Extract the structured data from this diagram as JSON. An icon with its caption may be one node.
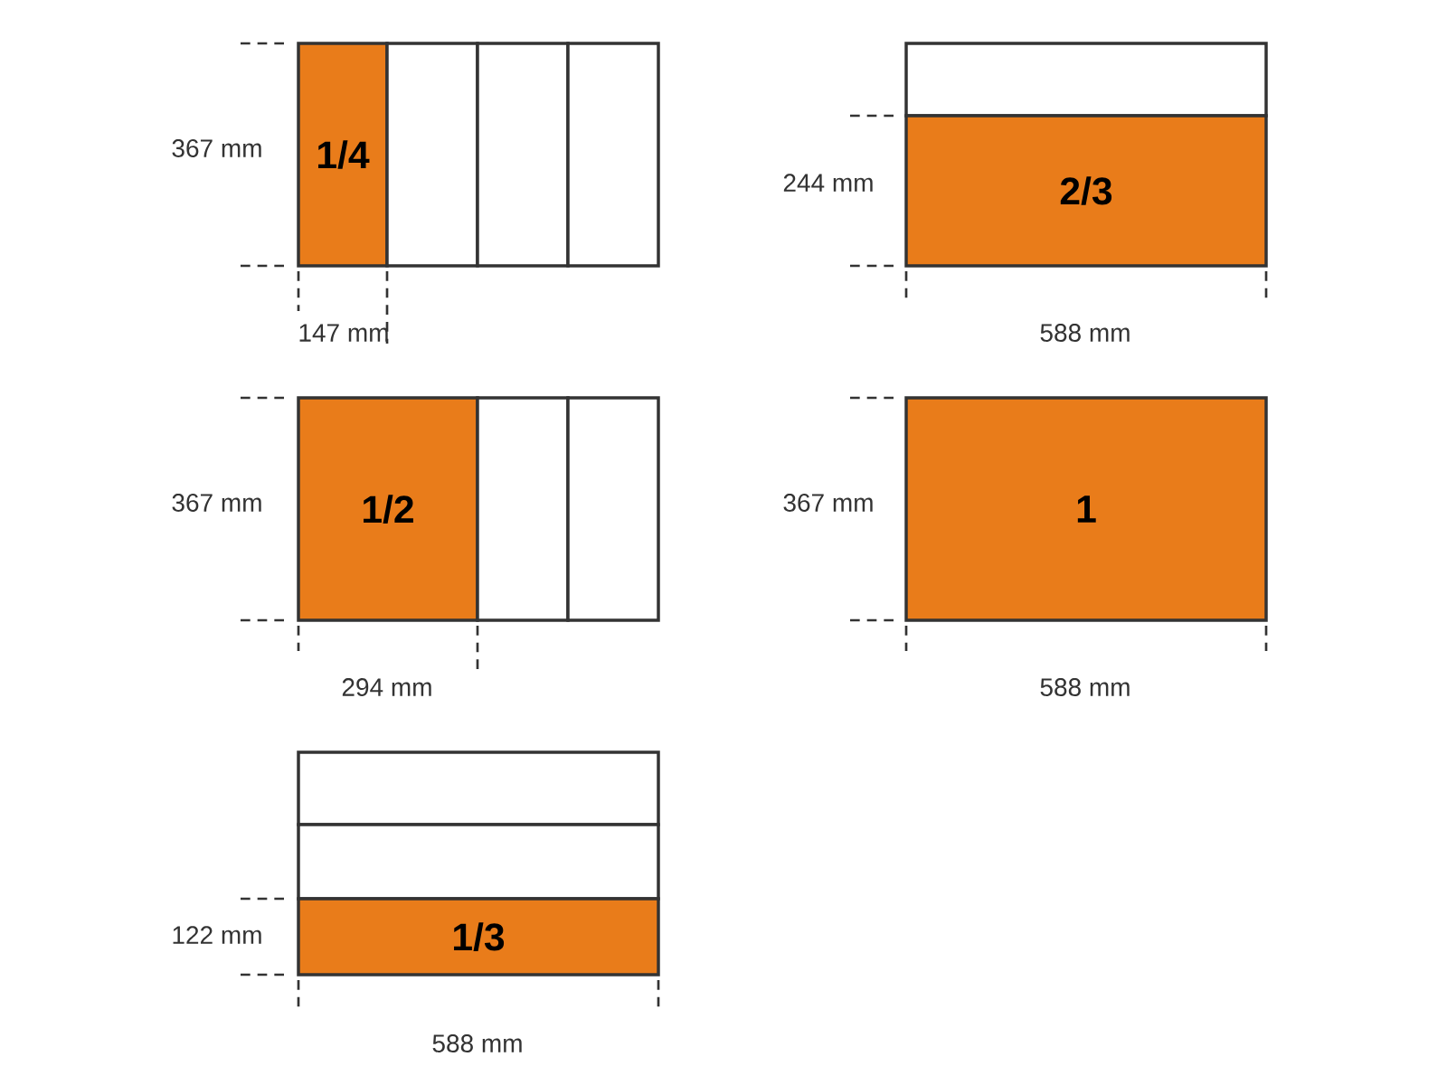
{
  "diagram": {
    "nodes": [
      {
        "text": [
          "1/4"
        ]
      },
      {
        "text": [],
        "shape": "box"
      },
      {
        "text": [],
        "shape": "box"
      },
      {
        "text": [],
        "shape": "box"
      },
      {
        "text": [],
        "shape": "box"
      },
      {
        "text": [
          "2/3"
        ]
      },
      {
        "text": [
          "1/2"
        ]
      },
      {
        "text": [],
        "shape": "box"
      },
      {
        "text": [],
        "shape": "box"
      },
      {
        "text": [
          "1"
        ]
      },
      {
        "text": [],
        "shape": "box"
      },
      {
        "text": [],
        "shape": "box"
      },
      {
        "text": [
          "1/3"
        ]
      }
    ],
    "labels": [
      "367 mm",
      "244 mm",
      "147 mm",
      "588 mm",
      "367 mm",
      "367 mm",
      "294 mm",
      "588 mm",
      "122 mm",
      "588 mm"
    ]
  }
}
